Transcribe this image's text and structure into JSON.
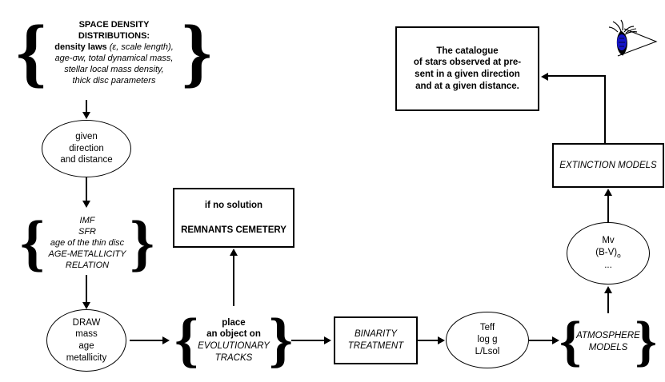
{
  "diagram": {
    "title": "Besancon galaxy model star-count simulation flowchart",
    "accent_color": "#1414c8",
    "line_color": "#000000",
    "background": "#ffffff"
  },
  "nodes": {
    "space_density": {
      "shape": "brace",
      "lines": [
        {
          "text": "SPACE  DENSITY",
          "style": "bold"
        },
        {
          "text": "DISTRIBUTIONS:",
          "style": "bold"
        },
        {
          "text": "density laws",
          "style": "bold",
          "suffix": " (ε, scale length),",
          "suffix_style": "italic"
        },
        {
          "text": "age-σw, total dynamical mass,",
          "style": "italic"
        },
        {
          "text": "stellar local mass density,",
          "style": "italic"
        },
        {
          "text": "thick disc parameters",
          "style": "italic"
        }
      ]
    },
    "given_direction": {
      "shape": "ellipse",
      "lines": [
        "given",
        "direction",
        "and distance"
      ]
    },
    "imf_block": {
      "shape": "brace",
      "lines": [
        "IMF",
        "SFR",
        "age of the thin disc",
        "AGE-METALLICITY",
        "RELATION"
      ]
    },
    "draw": {
      "shape": "ellipse",
      "lines": [
        "DRAW",
        "mass",
        "age",
        "metallicity"
      ]
    },
    "remnants": {
      "shape": "box",
      "lines": [
        "if no solution",
        "REMNANTS CEMETERY"
      ]
    },
    "evolutionary_tracks": {
      "shape": "brace",
      "lines": [
        {
          "text": "place",
          "style": "bold"
        },
        {
          "text": "an object on",
          "style": "bold"
        },
        {
          "text": "EVOLUTIONARY",
          "style": "italic"
        },
        {
          "text": "TRACKS",
          "style": "italic"
        }
      ]
    },
    "binarity": {
      "shape": "box",
      "lines": [
        "BINARITY",
        "TREATMENT"
      ]
    },
    "teff": {
      "shape": "ellipse",
      "lines": [
        "Teff",
        "log g",
        "L/Lsol"
      ]
    },
    "atmosphere": {
      "shape": "brace",
      "lines": [
        "ATMOSPHERE",
        "MODELS"
      ]
    },
    "mv": {
      "shape": "ellipse",
      "lines": [
        "Mv",
        "(B-V)o",
        "..."
      ]
    },
    "extinction": {
      "shape": "box",
      "lines": [
        "EXTINCTION MODELS"
      ]
    },
    "catalogue": {
      "shape": "box",
      "lines": [
        "The catalogue",
        "of stars observed at pre-",
        "sent in a given direction",
        "and at a given distance."
      ]
    },
    "observer_eye": {
      "shape": "icon",
      "icon": "eye-icon",
      "iris_color": "#1414c8"
    }
  },
  "edges": [
    {
      "from": "space_density",
      "to": "given_direction",
      "direction": "down"
    },
    {
      "from": "given_direction",
      "to": "imf_block",
      "direction": "down"
    },
    {
      "from": "imf_block",
      "to": "draw",
      "direction": "down"
    },
    {
      "from": "draw",
      "to": "evolutionary_tracks",
      "direction": "right"
    },
    {
      "from": "evolutionary_tracks",
      "to": "remnants",
      "direction": "up"
    },
    {
      "from": "evolutionary_tracks",
      "to": "binarity",
      "direction": "right"
    },
    {
      "from": "binarity",
      "to": "teff",
      "direction": "right"
    },
    {
      "from": "teff",
      "to": "atmosphere",
      "direction": "right"
    },
    {
      "from": "atmosphere",
      "to": "mv",
      "direction": "up"
    },
    {
      "from": "mv",
      "to": "extinction",
      "direction": "up"
    },
    {
      "from": "extinction",
      "to": "catalogue",
      "direction": "up-left"
    }
  ]
}
